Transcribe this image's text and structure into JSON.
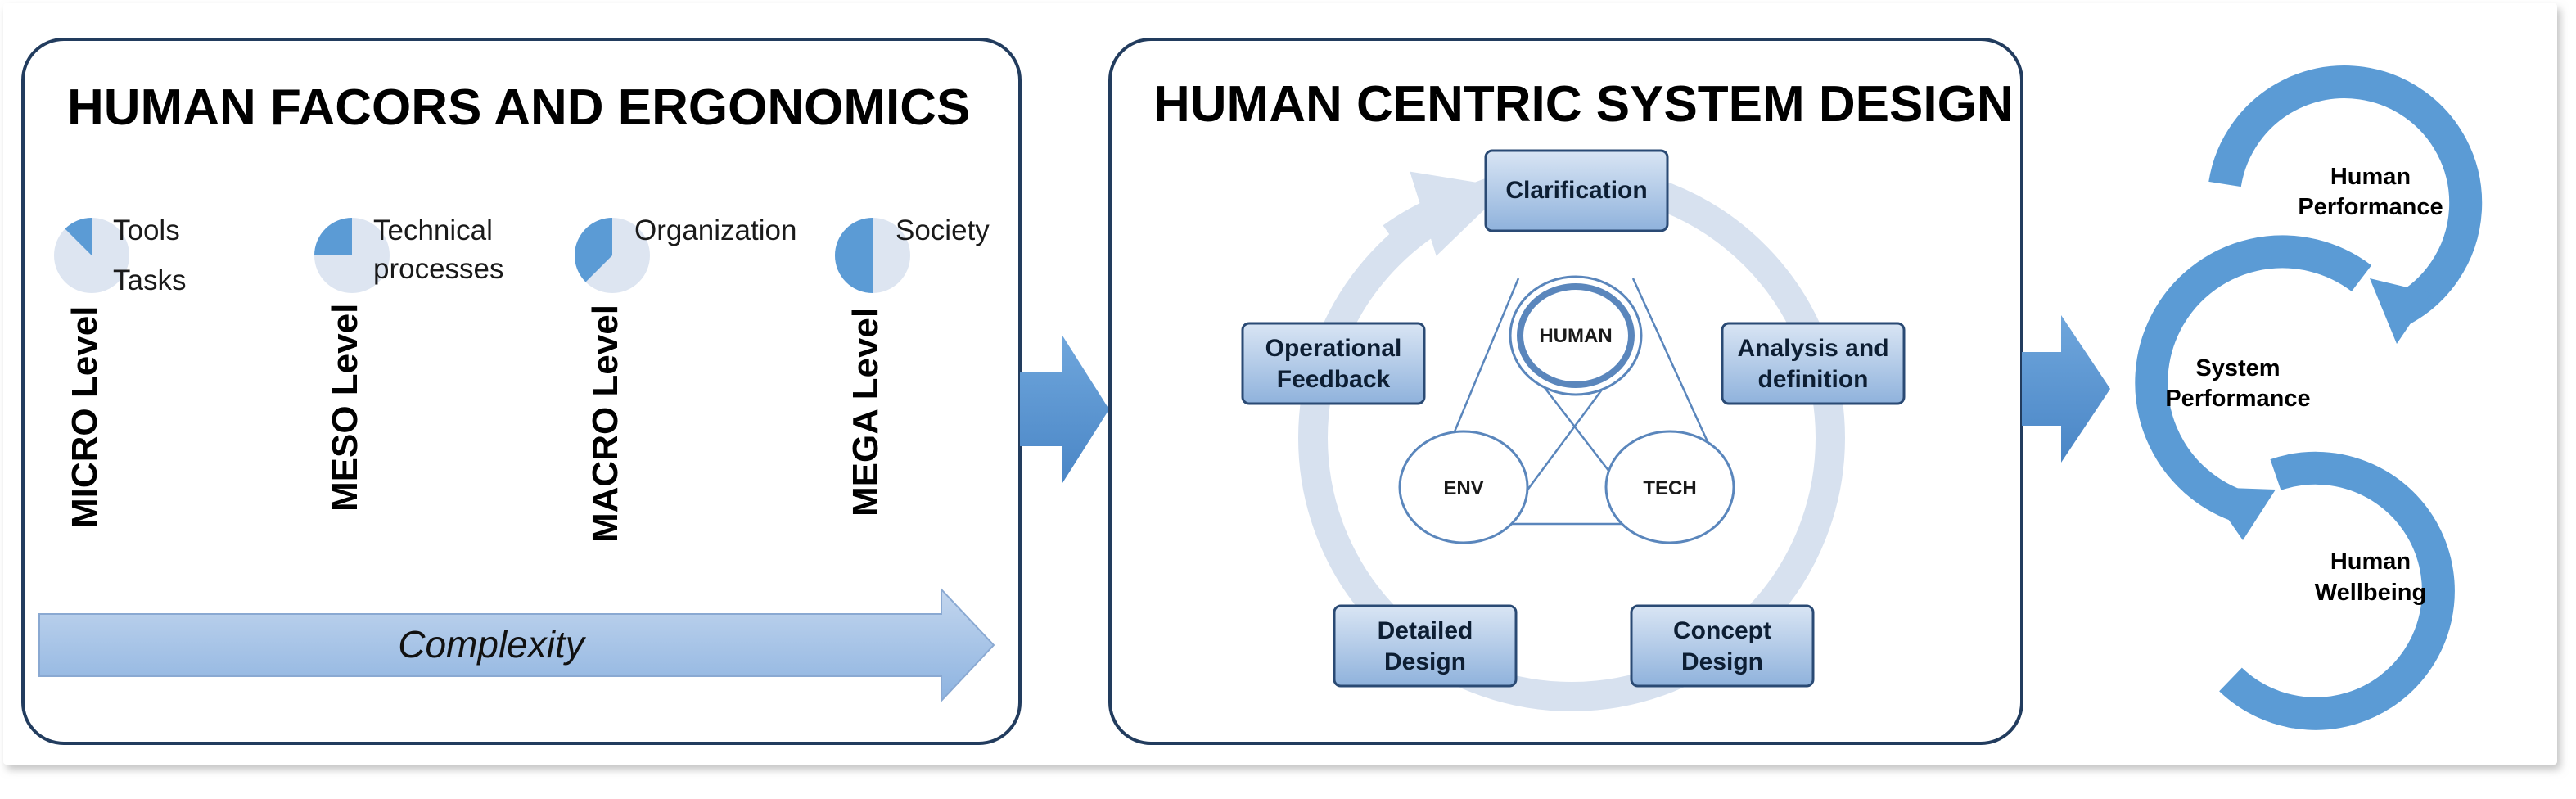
{
  "panels": {
    "hfe": {
      "title": "HUMAN FACORS AND ERGONOMICS",
      "levels": [
        {
          "name": "MICRO Level",
          "labels": [
            "Tools",
            "Tasks"
          ],
          "fill_fraction": 0.125
        },
        {
          "name": "MESO Level",
          "labels": [
            "Technical",
            "processes"
          ],
          "fill_fraction": 0.25
        },
        {
          "name": "MACRO Level",
          "labels": [
            "Organization"
          ],
          "fill_fraction": 0.375
        },
        {
          "name": "MEGA Level",
          "labels": [
            "Society"
          ],
          "fill_fraction": 0.5
        }
      ],
      "complexity": "Complexity"
    },
    "hcsd": {
      "title": "HUMAN CENTRIC SYSTEM DESIGN",
      "steps": {
        "clarification": [
          "Clarification"
        ],
        "analysis": [
          "Analysis and",
          "definition"
        ],
        "concept": [
          "Concept",
          "Design"
        ],
        "detailed": [
          "Detailed",
          "Design"
        ],
        "feedback": [
          "Operational",
          "Feedback"
        ]
      },
      "center": {
        "human": "HUMAN",
        "env": "ENV",
        "tech": "TECH"
      }
    },
    "performance": {
      "items": [
        [
          "Human",
          "Performance"
        ],
        [
          "System",
          "Performance"
        ],
        [
          "Human",
          "Wellbeing"
        ]
      ]
    }
  },
  "colors": {
    "border": "#223c5e",
    "accent": "#5b9bd5",
    "light_accent": "#dde5f1",
    "arrow_fill": "#5b9bd5"
  }
}
